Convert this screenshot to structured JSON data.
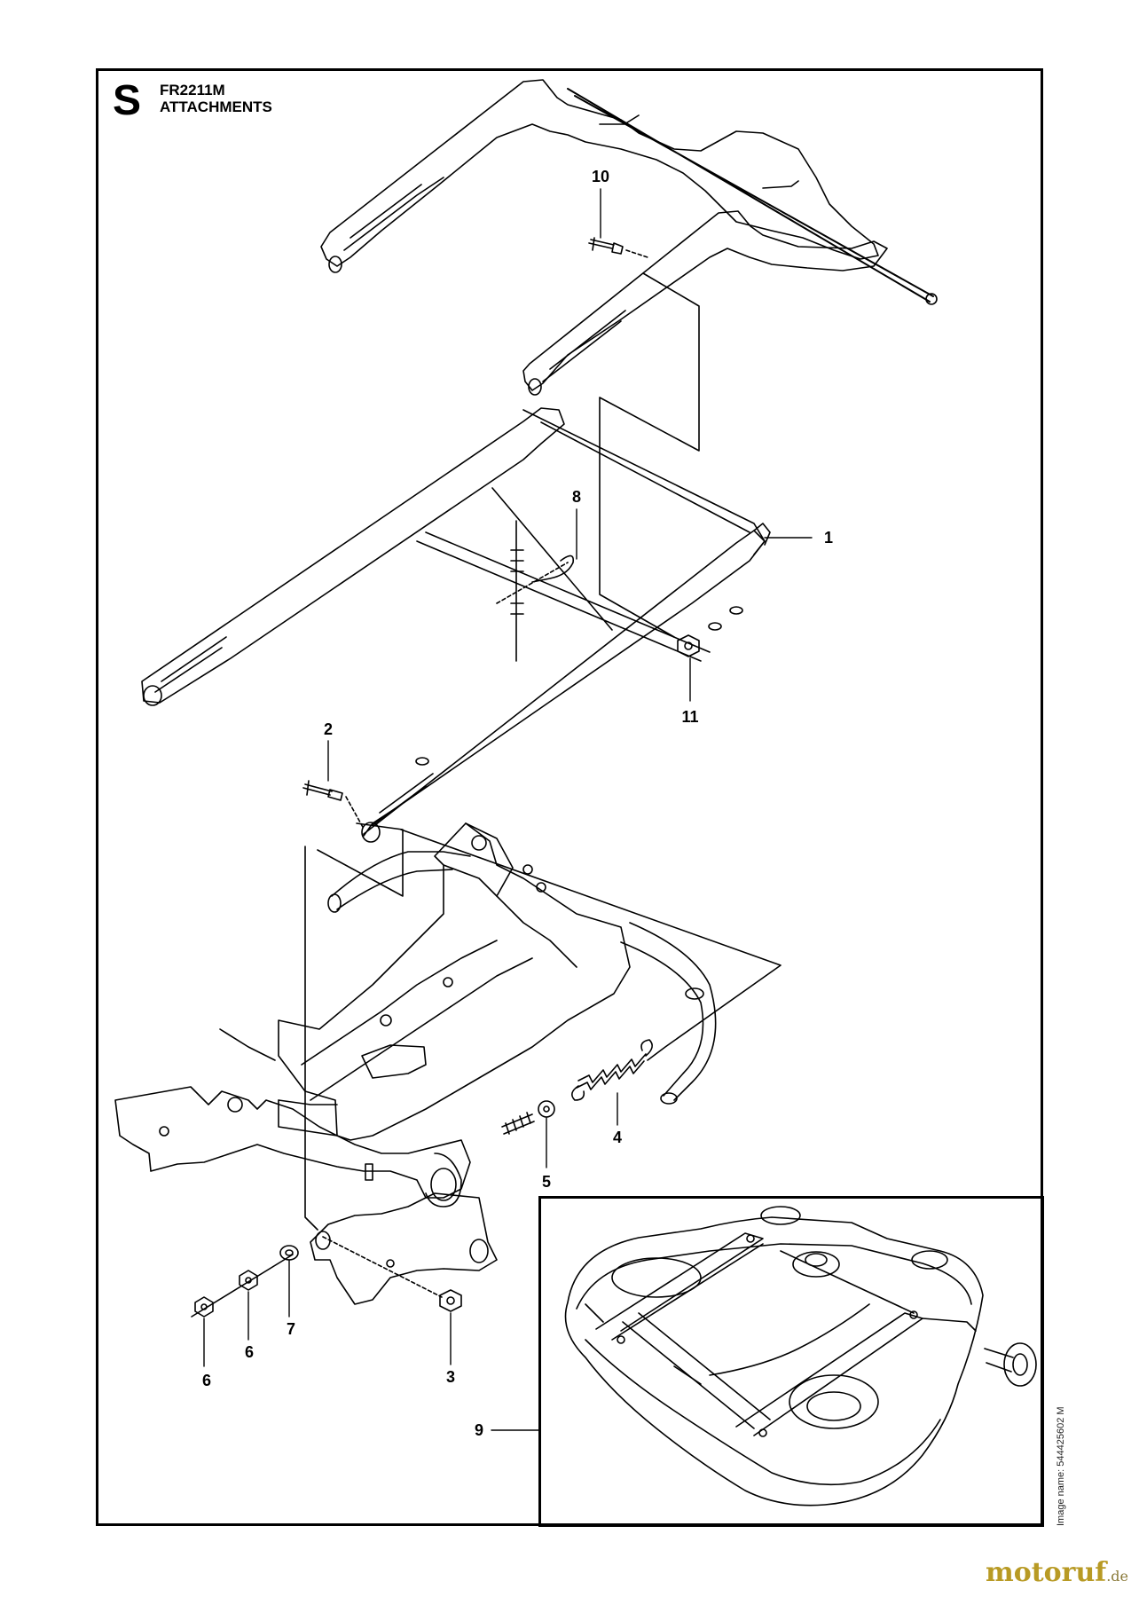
{
  "header": {
    "section_letter": "S",
    "model": "FR2211M",
    "title": "ATTACHMENTS"
  },
  "callouts": [
    {
      "id": "1",
      "text": "1"
    },
    {
      "id": "2",
      "text": "2"
    },
    {
      "id": "3",
      "text": "3"
    },
    {
      "id": "4",
      "text": "4"
    },
    {
      "id": "5",
      "text": "5"
    },
    {
      "id": "6a",
      "text": "6"
    },
    {
      "id": "6b",
      "text": "6"
    },
    {
      "id": "7",
      "text": "7"
    },
    {
      "id": "8",
      "text": "8"
    },
    {
      "id": "9",
      "text": "9"
    },
    {
      "id": "10",
      "text": "10"
    },
    {
      "id": "11",
      "text": "11"
    }
  ],
  "image_name": "Image name: 544425602 M",
  "watermark": {
    "name": "motoruf",
    "tld": ".de"
  },
  "colors": {
    "line": "#000000",
    "brand": "#b89a24"
  }
}
